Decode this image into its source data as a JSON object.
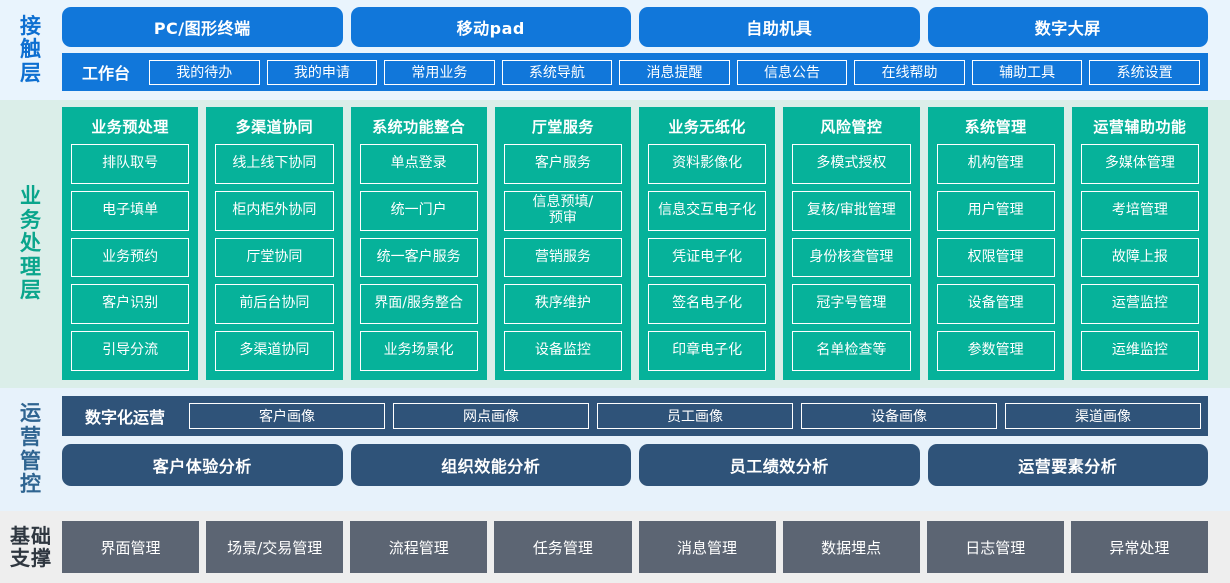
{
  "layers": {
    "contact": {
      "label_chars": [
        "接",
        "触",
        "层"
      ],
      "label": "接触层",
      "channels": [
        "PC/图形终端",
        "移动pad",
        "自助机具",
        "数字大屏"
      ],
      "workbench_title": "工作台",
      "workbench_items": [
        "我的待办",
        "我的申请",
        "常用业务",
        "系统导航",
        "消息提醒",
        "信息公告",
        "在线帮助",
        "辅助工具",
        "系统设置"
      ]
    },
    "business": {
      "label_chars": [
        "业",
        "务",
        "处",
        "理",
        "层"
      ],
      "label": "业务处理层",
      "columns": [
        {
          "title": "业务预处理",
          "items": [
            "排队取号",
            "电子填单",
            "业务预约",
            "客户识别",
            "引导分流"
          ]
        },
        {
          "title": "多渠道协同",
          "items": [
            "线上线下协同",
            "柜内柜外协同",
            "厅堂协同",
            "前后台协同",
            "多渠道协同"
          ]
        },
        {
          "title": "系统功能整合",
          "items": [
            "单点登录",
            "统一门户",
            "统一客户服务",
            "界面/服务整合",
            "业务场景化"
          ]
        },
        {
          "title": "厅堂服务",
          "items": [
            "客户服务",
            "信息预填/\n预审",
            "营销服务",
            "秩序维护",
            "设备监控"
          ]
        },
        {
          "title": "业务无纸化",
          "items": [
            "资料影像化",
            "信息交互电子化",
            "凭证电子化",
            "签名电子化",
            "印章电子化"
          ]
        },
        {
          "title": "风险管控",
          "items": [
            "多模式授权",
            "复核/审批管理",
            "身份核查管理",
            "冠字号管理",
            "名单检查等"
          ]
        },
        {
          "title": "系统管理",
          "items": [
            "机构管理",
            "用户管理",
            "权限管理",
            "设备管理",
            "参数管理"
          ]
        },
        {
          "title": "运营辅助功能",
          "items": [
            "多媒体管理",
            "考培管理",
            "故障上报",
            "运营监控",
            "运维监控"
          ]
        }
      ]
    },
    "operations": {
      "label_chars": [
        "运",
        "营",
        "管",
        "控"
      ],
      "label": "运营管控",
      "row1_title": "数字化运营",
      "row1_items": [
        "客户画像",
        "网点画像",
        "员工画像",
        "设备画像",
        "渠道画像"
      ],
      "row2_items": [
        "客户体验分析",
        "组织效能分析",
        "员工绩效分析",
        "运营要素分析"
      ]
    },
    "foundation": {
      "label_lines": [
        "基础",
        "支撑"
      ],
      "label": "基础支撑",
      "items": [
        "界面管理",
        "场景/交易管理",
        "流程管理",
        "任务管理",
        "消息管理",
        "数据埋点",
        "日志管理",
        "异常处理"
      ]
    }
  },
  "colors": {
    "contact_bg": "#e9f4fd",
    "contact_accent": "#1177da",
    "business_bg": "#dbeee9",
    "business_accent": "#06b29a",
    "ops_bg": "#e7f2fb",
    "ops_accent": "#2f5379",
    "foundation_bg": "#eeeeee",
    "foundation_accent": "#5c6573"
  }
}
